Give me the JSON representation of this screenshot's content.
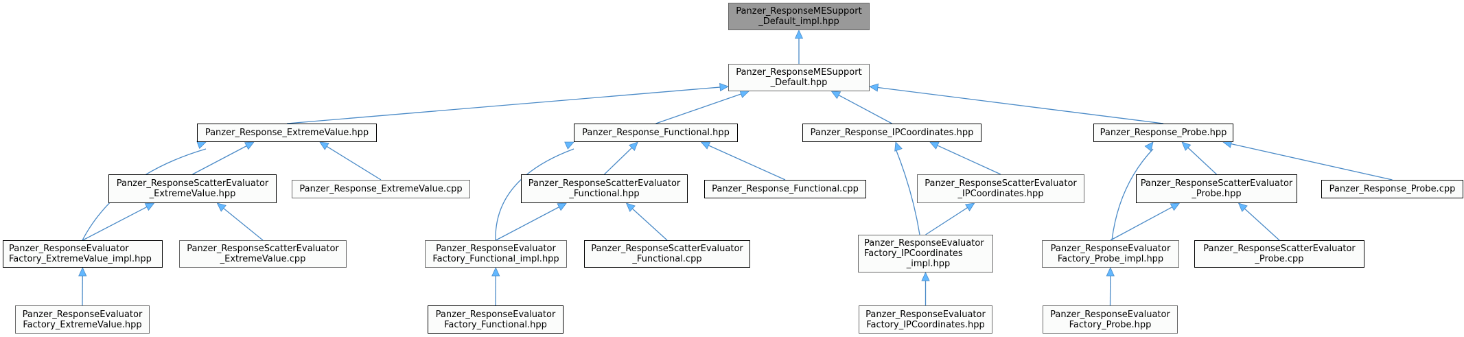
{
  "diagram": {
    "title": "Include dependency graph",
    "edge_color": "#4a8ac7",
    "arrow_color": "#63b8ff",
    "root_fill": "#999999",
    "node_fill": "#fbfcfb",
    "nodes": [
      {
        "id": "n0",
        "lines": [
          "Panzer_ResponseMESupport",
          "_Default_impl.hpp"
        ],
        "root": true
      },
      {
        "id": "n1",
        "lines": [
          "Panzer_ResponseMESupport",
          "_Default.hpp"
        ]
      },
      {
        "id": "n2",
        "lines": [
          "Panzer_Response_ExtremeValue.hpp"
        ],
        "documented": true
      },
      {
        "id": "n3",
        "lines": [
          "Panzer_Response_Functional.hpp"
        ],
        "documented": true
      },
      {
        "id": "n4",
        "lines": [
          "Panzer_Response_IPCoordinates.hpp"
        ],
        "documented": true
      },
      {
        "id": "n5",
        "lines": [
          "Panzer_Response_Probe.hpp"
        ],
        "documented": true
      },
      {
        "id": "n6",
        "lines": [
          "Panzer_ResponseScatterEvaluator",
          "_ExtremeValue.hpp"
        ],
        "documented": true
      },
      {
        "id": "n7",
        "lines": [
          "Panzer_Response_ExtremeValue.cpp"
        ]
      },
      {
        "id": "n8",
        "lines": [
          "Panzer_ResponseScatterEvaluator",
          "_Functional.hpp"
        ],
        "documented": true
      },
      {
        "id": "n9",
        "lines": [
          "Panzer_Response_Functional.cpp"
        ],
        "documented": true
      },
      {
        "id": "n10",
        "lines": [
          "Panzer_ResponseScatterEvaluator",
          "_IPCoordinates.hpp"
        ]
      },
      {
        "id": "n11",
        "lines": [
          "Panzer_ResponseScatterEvaluator",
          "_Probe.hpp"
        ],
        "documented": true
      },
      {
        "id": "n12",
        "lines": [
          "Panzer_Response_Probe.cpp"
        ],
        "documented": true
      },
      {
        "id": "n13",
        "lines": [
          "Panzer_ResponseEvaluator",
          "Factory_ExtremeValue_impl.hpp"
        ],
        "documented": true
      },
      {
        "id": "n14",
        "lines": [
          "Panzer_ResponseScatterEvaluator",
          "_ExtremeValue.cpp"
        ]
      },
      {
        "id": "n15",
        "lines": [
          "Panzer_ResponseEvaluator",
          "Factory_Functional_impl.hpp"
        ]
      },
      {
        "id": "n16",
        "lines": [
          "Panzer_ResponseScatterEvaluator",
          "_Functional.cpp"
        ],
        "documented": true
      },
      {
        "id": "n17",
        "lines": [
          "Panzer_ResponseEvaluator",
          "Factory_IPCoordinates",
          "_impl.hpp"
        ]
      },
      {
        "id": "n18",
        "lines": [
          "Panzer_ResponseEvaluator",
          "Factory_Probe_impl.hpp"
        ]
      },
      {
        "id": "n19",
        "lines": [
          "Panzer_ResponseScatterEvaluator",
          "_Probe.cpp"
        ],
        "documented": true
      },
      {
        "id": "n20",
        "lines": [
          "Panzer_ResponseEvaluator",
          "Factory_ExtremeValue.hpp"
        ]
      },
      {
        "id": "n21",
        "lines": [
          "Panzer_ResponseEvaluator",
          "Factory_Functional.hpp"
        ],
        "documented": true
      },
      {
        "id": "n22",
        "lines": [
          "Panzer_ResponseEvaluator",
          "Factory_IPCoordinates.hpp"
        ]
      },
      {
        "id": "n23",
        "lines": [
          "Panzer_ResponseEvaluator",
          "Factory_Probe.hpp"
        ]
      }
    ],
    "edges": [
      [
        "n1",
        "n0"
      ],
      [
        "n2",
        "n1"
      ],
      [
        "n3",
        "n1"
      ],
      [
        "n4",
        "n1"
      ],
      [
        "n5",
        "n1"
      ],
      [
        "n6",
        "n2"
      ],
      [
        "n7",
        "n2"
      ],
      [
        "n13",
        "n2"
      ],
      [
        "n8",
        "n3"
      ],
      [
        "n9",
        "n3"
      ],
      [
        "n15",
        "n3"
      ],
      [
        "n10",
        "n4"
      ],
      [
        "n17",
        "n4"
      ],
      [
        "n11",
        "n5"
      ],
      [
        "n12",
        "n5"
      ],
      [
        "n18",
        "n5"
      ],
      [
        "n13",
        "n6"
      ],
      [
        "n14",
        "n6"
      ],
      [
        "n15",
        "n8"
      ],
      [
        "n16",
        "n8"
      ],
      [
        "n17",
        "n10"
      ],
      [
        "n18",
        "n11"
      ],
      [
        "n19",
        "n11"
      ],
      [
        "n20",
        "n13"
      ],
      [
        "n21",
        "n15"
      ],
      [
        "n22",
        "n17"
      ],
      [
        "n23",
        "n18"
      ]
    ]
  }
}
